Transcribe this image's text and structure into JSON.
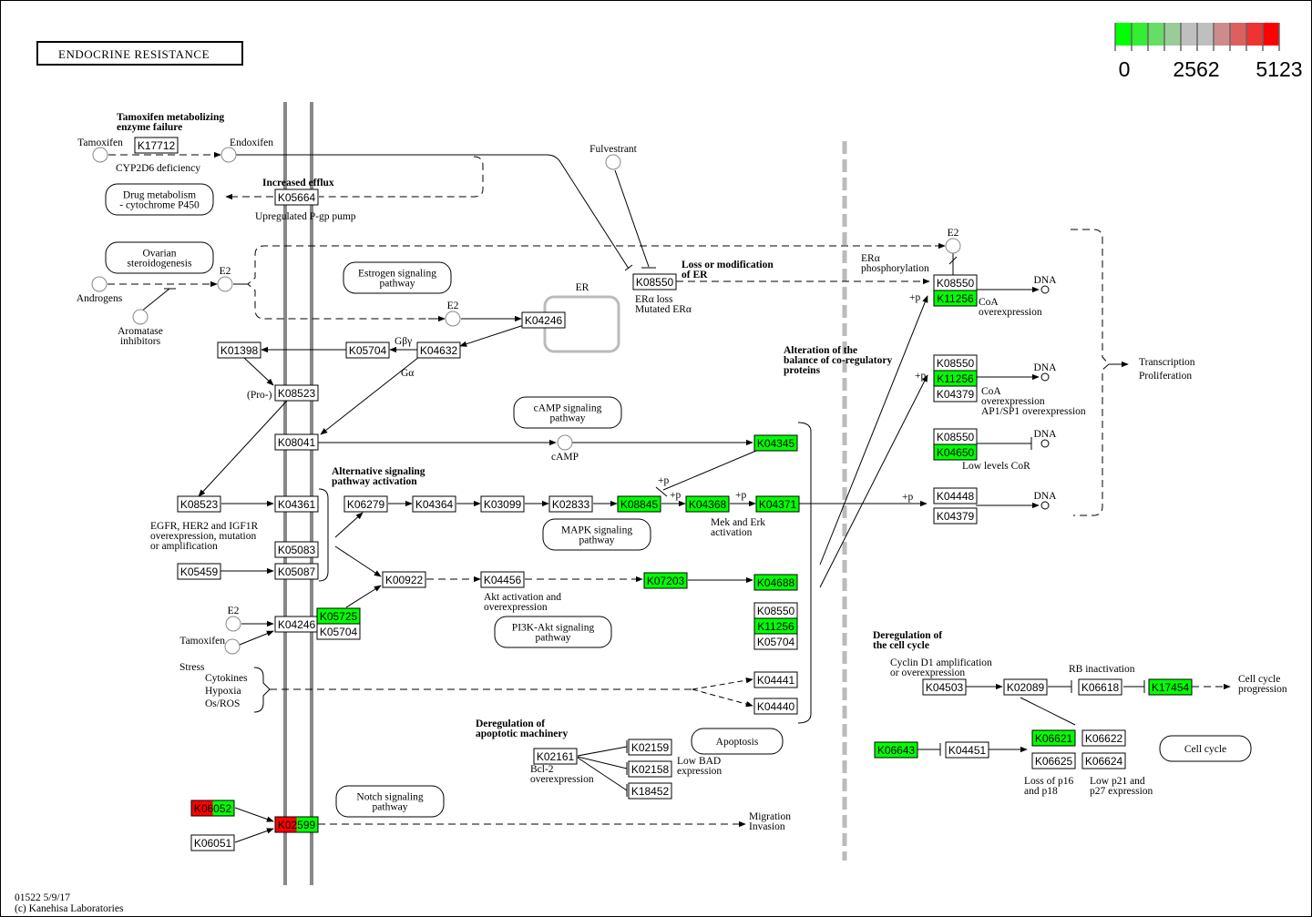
{
  "title": "ENDOCRINE RESISTANCE",
  "footer": {
    "id_date": "01522 5/9/17",
    "copyright": "(c) Kanehisa Laboratories"
  },
  "legend": {
    "colors": [
      "#00ff00",
      "#33ee33",
      "#66dd66",
      "#99cc99",
      "#bfbfbf",
      "#bfbfbf",
      "#cc8c8c",
      "#dd6060",
      "#ee3333",
      "#ff0000"
    ],
    "labels": [
      "0",
      "2562",
      "5123"
    ],
    "min": 0,
    "mid": 2562,
    "max": 5123
  },
  "colors": {
    "low": "#00ff00",
    "high": "#ff0000",
    "none": "#ffffff",
    "membrane": "#888888",
    "nucleus": "#bbbbbb"
  },
  "headings": [
    {
      "id": "h1",
      "lines": [
        "Tamoxifen metabolizing",
        "enzyme failure"
      ]
    },
    {
      "id": "h2",
      "lines": [
        "Increased efflux"
      ]
    },
    {
      "id": "h3",
      "lines": [
        "Loss or modification",
        "of ER"
      ]
    },
    {
      "id": "h4",
      "lines": [
        "Alteration of the",
        "balance of co-regulatory",
        "proteins"
      ]
    },
    {
      "id": "h5",
      "lines": [
        "Alternative signaling",
        "pathway activation"
      ]
    },
    {
      "id": "h6",
      "lines": [
        "Deregulation of",
        "apoptotic machinery"
      ]
    },
    {
      "id": "h7",
      "lines": [
        "Deregulation of",
        "the cell cycle"
      ]
    }
  ],
  "pathways": [
    {
      "id": "p1",
      "lines": [
        "Drug metabolism",
        "- cytochrome P450"
      ]
    },
    {
      "id": "p2",
      "lines": [
        "Ovarian",
        "steroidogenesis"
      ]
    },
    {
      "id": "p3",
      "lines": [
        "Estrogen signaling",
        "pathway"
      ]
    },
    {
      "id": "p4",
      "lines": [
        "cAMP signaling",
        "pathway"
      ]
    },
    {
      "id": "p5",
      "lines": [
        "MAPK signaling",
        "pathway"
      ]
    },
    {
      "id": "p6",
      "lines": [
        "PI3K-Akt signaling",
        "pathway"
      ]
    },
    {
      "id": "p7",
      "lines": [
        "Apoptosis"
      ]
    },
    {
      "id": "p8",
      "lines": [
        "Notch signaling",
        "pathway"
      ]
    },
    {
      "id": "p9",
      "lines": [
        "Cell cycle"
      ]
    }
  ],
  "compounds": [
    {
      "id": "c1",
      "label": "Tamoxifen"
    },
    {
      "id": "c2",
      "label": "Endoxifen"
    },
    {
      "id": "c3",
      "label": "Fulvestrant"
    },
    {
      "id": "c4",
      "label": "Androgens"
    },
    {
      "id": "c5",
      "label": "E2"
    },
    {
      "id": "c6",
      "label": "Aromatase inhibitors"
    },
    {
      "id": "c7",
      "label": "E2"
    },
    {
      "id": "c8",
      "label": "E2"
    },
    {
      "id": "c9",
      "label": "cAMP"
    },
    {
      "id": "c10",
      "label": "E2"
    },
    {
      "id": "c11",
      "label": "Tamoxifen"
    },
    {
      "id": "c12",
      "label": "DNA"
    },
    {
      "id": "c13",
      "label": "DNA"
    },
    {
      "id": "c14",
      "label": "DNA"
    },
    {
      "id": "c15",
      "label": "DNA"
    }
  ],
  "nodes": [
    {
      "id": "n1",
      "ko": "K17712",
      "state": "none"
    },
    {
      "id": "n2",
      "ko": "K05664",
      "state": "none"
    },
    {
      "id": "n3",
      "ko": "K08550",
      "state": "none"
    },
    {
      "id": "n4",
      "ko": "K04246",
      "state": "none"
    },
    {
      "id": "n5",
      "ko": "K01398",
      "state": "none"
    },
    {
      "id": "n6",
      "ko": "K05704",
      "state": "none"
    },
    {
      "id": "n7",
      "ko": "K04632",
      "state": "none"
    },
    {
      "id": "n8",
      "ko": "K08523",
      "state": "none"
    },
    {
      "id": "n9",
      "ko": "K08041",
      "state": "none"
    },
    {
      "id": "n10",
      "ko": "K04345",
      "state": "low"
    },
    {
      "id": "n11",
      "ko": "K08523",
      "state": "none"
    },
    {
      "id": "n12",
      "ko": "K04361",
      "state": "none"
    },
    {
      "id": "n13",
      "ko": "K05083",
      "state": "none"
    },
    {
      "id": "n14",
      "ko": "K05459",
      "state": "none"
    },
    {
      "id": "n15",
      "ko": "K05087",
      "state": "none"
    },
    {
      "id": "n16",
      "ko": "K06279",
      "state": "none"
    },
    {
      "id": "n17",
      "ko": "K04364",
      "state": "none"
    },
    {
      "id": "n18",
      "ko": "K03099",
      "state": "none"
    },
    {
      "id": "n19",
      "ko": "K02833",
      "state": "none"
    },
    {
      "id": "n20",
      "ko": "K08845",
      "state": "low"
    },
    {
      "id": "n21",
      "ko": "K04368",
      "state": "low"
    },
    {
      "id": "n22",
      "ko": "K04371",
      "state": "low"
    },
    {
      "id": "n23",
      "ko": "K00922",
      "state": "none"
    },
    {
      "id": "n24",
      "ko": "K04456",
      "state": "none"
    },
    {
      "id": "n25",
      "ko": "K07203",
      "state": "low"
    },
    {
      "id": "n26",
      "ko": "K04688",
      "state": "low"
    },
    {
      "id": "n27",
      "ko": "K08550",
      "state": "none"
    },
    {
      "id": "n28",
      "ko": "K11256",
      "state": "low"
    },
    {
      "id": "n29",
      "ko": "K05704",
      "state": "none"
    },
    {
      "id": "n30",
      "ko": "K04246",
      "state": "none"
    },
    {
      "id": "n31",
      "ko": "K05725",
      "state": "low"
    },
    {
      "id": "n32",
      "ko": "K05704",
      "state": "none"
    },
    {
      "id": "n33",
      "ko": "K04441",
      "state": "none"
    },
    {
      "id": "n34",
      "ko": "K04440",
      "state": "none"
    },
    {
      "id": "n35",
      "ko": "K02161",
      "state": "none"
    },
    {
      "id": "n36",
      "ko": "K02159",
      "state": "none"
    },
    {
      "id": "n37",
      "ko": "K02158",
      "state": "none"
    },
    {
      "id": "n38",
      "ko": "K18452",
      "state": "none"
    },
    {
      "id": "n39",
      "ko": "K06052",
      "state": "split"
    },
    {
      "id": "n40",
      "ko": "K02599",
      "state": "split"
    },
    {
      "id": "n41",
      "ko": "K06051",
      "state": "none"
    },
    {
      "id": "n42",
      "ko": "K08550",
      "state": "none"
    },
    {
      "id": "n43",
      "ko": "K11256",
      "state": "low"
    },
    {
      "id": "n44",
      "ko": "K08550",
      "state": "none"
    },
    {
      "id": "n45",
      "ko": "K11256",
      "state": "low"
    },
    {
      "id": "n46",
      "ko": "K04379",
      "state": "none"
    },
    {
      "id": "n47",
      "ko": "K08550",
      "state": "none"
    },
    {
      "id": "n48",
      "ko": "K04650",
      "state": "low"
    },
    {
      "id": "n49",
      "ko": "K04448",
      "state": "none"
    },
    {
      "id": "n50",
      "ko": "K04379",
      "state": "none"
    },
    {
      "id": "n51",
      "ko": "K04503",
      "state": "none"
    },
    {
      "id": "n52",
      "ko": "K02089",
      "state": "none"
    },
    {
      "id": "n53",
      "ko": "K06618",
      "state": "none"
    },
    {
      "id": "n54",
      "ko": "K17454",
      "state": "low"
    },
    {
      "id": "n55",
      "ko": "K06643",
      "state": "low"
    },
    {
      "id": "n56",
      "ko": "K04451",
      "state": "none"
    },
    {
      "id": "n57",
      "ko": "K06621",
      "state": "low"
    },
    {
      "id": "n58",
      "ko": "K06622",
      "state": "none"
    },
    {
      "id": "n59",
      "ko": "K06625",
      "state": "none"
    },
    {
      "id": "n60",
      "ko": "K06624",
      "state": "none"
    }
  ],
  "notes": [
    {
      "id": "t1",
      "lines": [
        "CYP2D6 deficiency"
      ]
    },
    {
      "id": "t2",
      "lines": [
        "Upregulated P-gp pump"
      ]
    },
    {
      "id": "t3",
      "lines": [
        "ERα loss",
        " Mutated ERα"
      ]
    },
    {
      "id": "t4",
      "lines": [
        "ER"
      ]
    },
    {
      "id": "t5",
      "lines": [
        "Gβγ"
      ]
    },
    {
      "id": "t6",
      "lines": [
        "Gα"
      ]
    },
    {
      "id": "t7",
      "lines": [
        "(Pro-)"
      ]
    },
    {
      "id": "t8",
      "lines": [
        "EGFR, HER2 and IGF1R",
        "overexpression, mutation",
        "or amplification"
      ]
    },
    {
      "id": "t9",
      "lines": [
        "+p"
      ]
    },
    {
      "id": "t10",
      "lines": [
        "+p"
      ]
    },
    {
      "id": "t11",
      "lines": [
        "+p"
      ]
    },
    {
      "id": "t12",
      "lines": [
        "Mek and Erk",
        "activation"
      ]
    },
    {
      "id": "t13",
      "lines": [
        "Akt activation and",
        "overexpression"
      ]
    },
    {
      "id": "t14",
      "lines": [
        "Stress"
      ]
    },
    {
      "id": "t15",
      "lines": [
        "Cytokines",
        "Hypoxia",
        "Os/ROS"
      ]
    },
    {
      "id": "t16",
      "lines": [
        "Bcl-2",
        "overexpression"
      ]
    },
    {
      "id": "t17",
      "lines": [
        "Low BAD",
        "expression"
      ]
    },
    {
      "id": "t18",
      "lines": [
        "Migration",
        "Invasion"
      ]
    },
    {
      "id": "t19",
      "lines": [
        "ERα",
        "phosphorylation"
      ]
    },
    {
      "id": "t20",
      "lines": [
        "+p"
      ]
    },
    {
      "id": "t21",
      "lines": [
        "CoA",
        "overexpression"
      ]
    },
    {
      "id": "t22",
      "lines": [
        "+p"
      ]
    },
    {
      "id": "t23",
      "lines": [
        "CoA",
        "overexpression",
        "AP1/SP1 overexpression"
      ]
    },
    {
      "id": "t24",
      "lines": [
        "Low levels CoR"
      ]
    },
    {
      "id": "t25",
      "lines": [
        "+p"
      ]
    },
    {
      "id": "t26",
      "lines": [
        "Transcription",
        "Proliferation"
      ]
    },
    {
      "id": "t27",
      "lines": [
        "Cyclin D1 amplification",
        "or overexpression"
      ]
    },
    {
      "id": "t28",
      "lines": [
        "RB inactivation"
      ]
    },
    {
      "id": "t29",
      "lines": [
        "Cell cycle",
        "progression"
      ]
    },
    {
      "id": "t30",
      "lines": [
        "Loss of p16",
        "and p18"
      ]
    },
    {
      "id": "t31",
      "lines": [
        "Low p21 and",
        "p27 expression"
      ]
    }
  ]
}
